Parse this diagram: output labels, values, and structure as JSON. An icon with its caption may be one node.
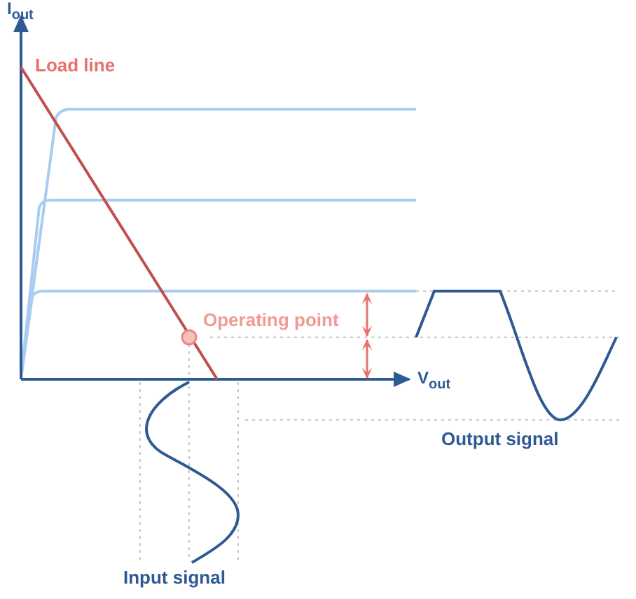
{
  "diagram": {
    "labels": [
      "I$_{out}$",
      "Load line",
      "Operating point",
      "V$_{out}$",
      "Output signal",
      "Input signal"
    ]
  }
}
